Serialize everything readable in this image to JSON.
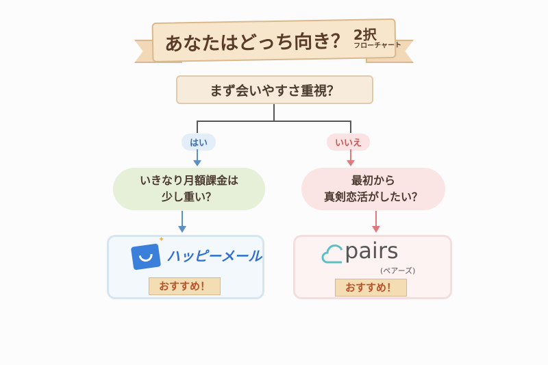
{
  "title": {
    "main": "あなたはどっち向き？",
    "badge": "2択",
    "sub": "フローチャート"
  },
  "question": "まず会いやすさ重視？",
  "yes": {
    "label": "はい",
    "question_line1": "いきなり月額課金は",
    "question_line2": "少し重い？",
    "result": "ハッピーメール",
    "recommend": "おすすめ！",
    "color": "#5b8fc7"
  },
  "no": {
    "label": "いいえ",
    "question_line1": "最初から",
    "question_line2": "真剣恋活がしたい？",
    "result": "pairs",
    "result_sub": "(ペアーズ)",
    "recommend": "おすすめ！",
    "color": "#e07a7a"
  }
}
